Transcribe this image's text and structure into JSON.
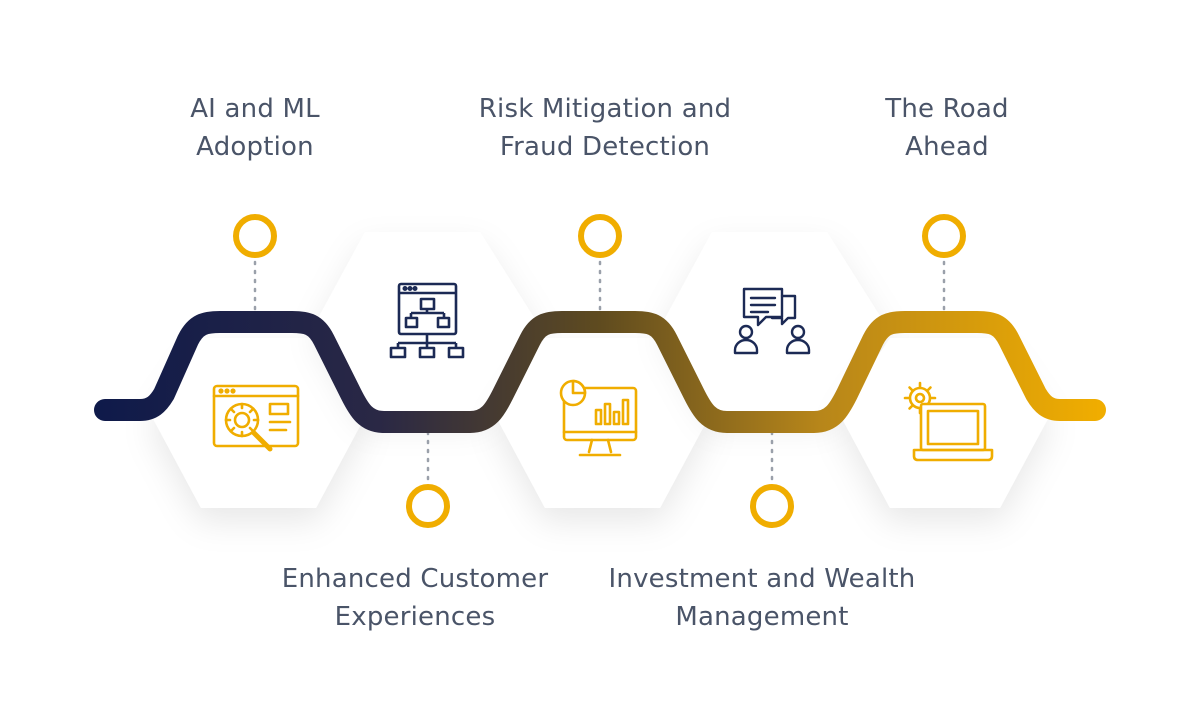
{
  "milestones": [
    {
      "line1": "AI and ML",
      "line2": "Adoption",
      "icon": "web-search-gear-icon"
    },
    {
      "line1": "Enhanced Customer",
      "line2": "Experiences",
      "icon": "sitemap-icon"
    },
    {
      "line1": "Risk Mitigation and",
      "line2": "Fraud Detection",
      "icon": "analytics-monitor-icon"
    },
    {
      "line1": "Investment and Wealth",
      "line2": "Management",
      "icon": "conversation-icon"
    },
    {
      "line1": "The Road",
      "line2": "Ahead",
      "icon": "laptop-gear-icon"
    }
  ],
  "colors": {
    "path_start": "#0f1a4a",
    "path_mid": "#5f4b1f",
    "path_end": "#f0ad00",
    "accent": "#f0ad00",
    "navy_icon": "#1c2a55",
    "text": "#4a5468",
    "dots": "#9aa0aa"
  }
}
